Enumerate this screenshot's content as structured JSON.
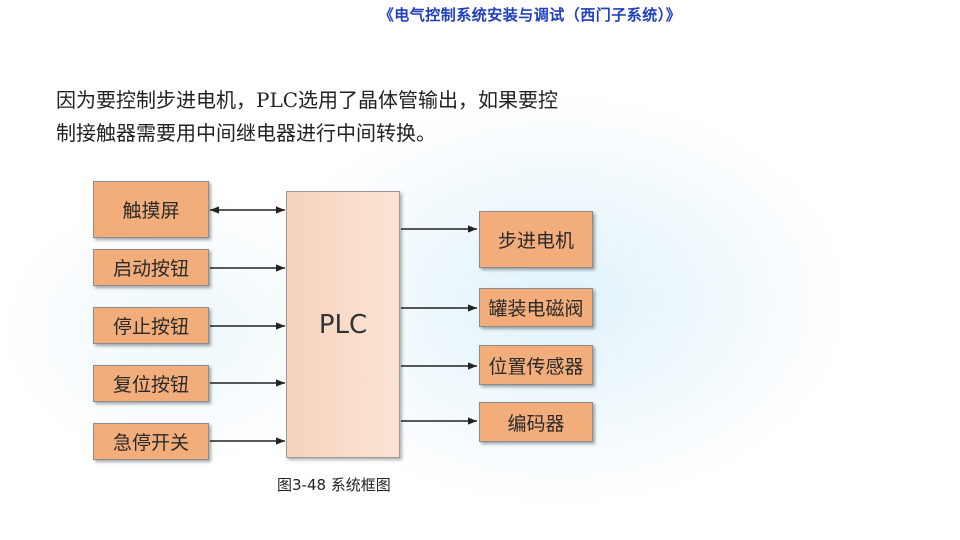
{
  "header": {
    "title": "《电气控制系统安装与调试（西门子系统）》"
  },
  "body_text": {
    "line1": "因为要控制步进电机，PLC选用了晶体管输出，如果要控",
    "line2": "制接触器需要用中间继电器进行中间转换。"
  },
  "diagram": {
    "center_label": "PLC",
    "inputs": [
      {
        "label": "触摸屏",
        "bidirectional": true
      },
      {
        "label": "启动按钮",
        "bidirectional": false
      },
      {
        "label": "停止按钮",
        "bidirectional": false
      },
      {
        "label": "复位按钮",
        "bidirectional": false
      },
      {
        "label": "急停开关",
        "bidirectional": false
      }
    ],
    "outputs": [
      {
        "label": "步进电机"
      },
      {
        "label": "罐装电磁阀"
      },
      {
        "label": "位置传感器"
      },
      {
        "label": "编码器"
      }
    ],
    "colors": {
      "box_fill": "#f2ad7b",
      "plc_fill": "#f8dac6",
      "arrow": "#222222",
      "header_text": "#1f3fbf"
    }
  },
  "caption": "图3-48  系统框图"
}
